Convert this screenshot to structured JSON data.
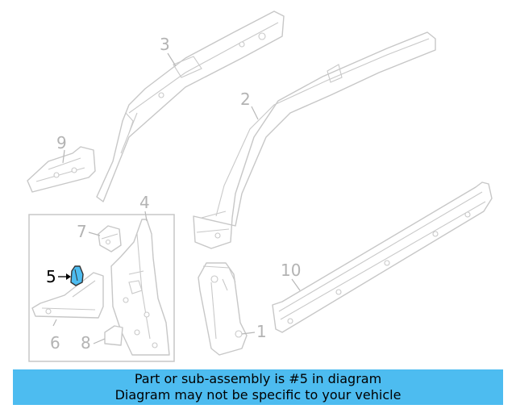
{
  "highlight_color": "#4dbcf0",
  "selected_part": "5",
  "callouts": {
    "c1": "1",
    "c2": "2",
    "c3": "3",
    "c4": "4",
    "c5": "5",
    "c6": "6",
    "c7": "7",
    "c8": "8",
    "c9": "9",
    "c10": "10"
  },
  "banner": {
    "line1": "Part or sub-assembly is #5 in diagram",
    "line2": "Diagram may not be specific to your vehicle"
  }
}
